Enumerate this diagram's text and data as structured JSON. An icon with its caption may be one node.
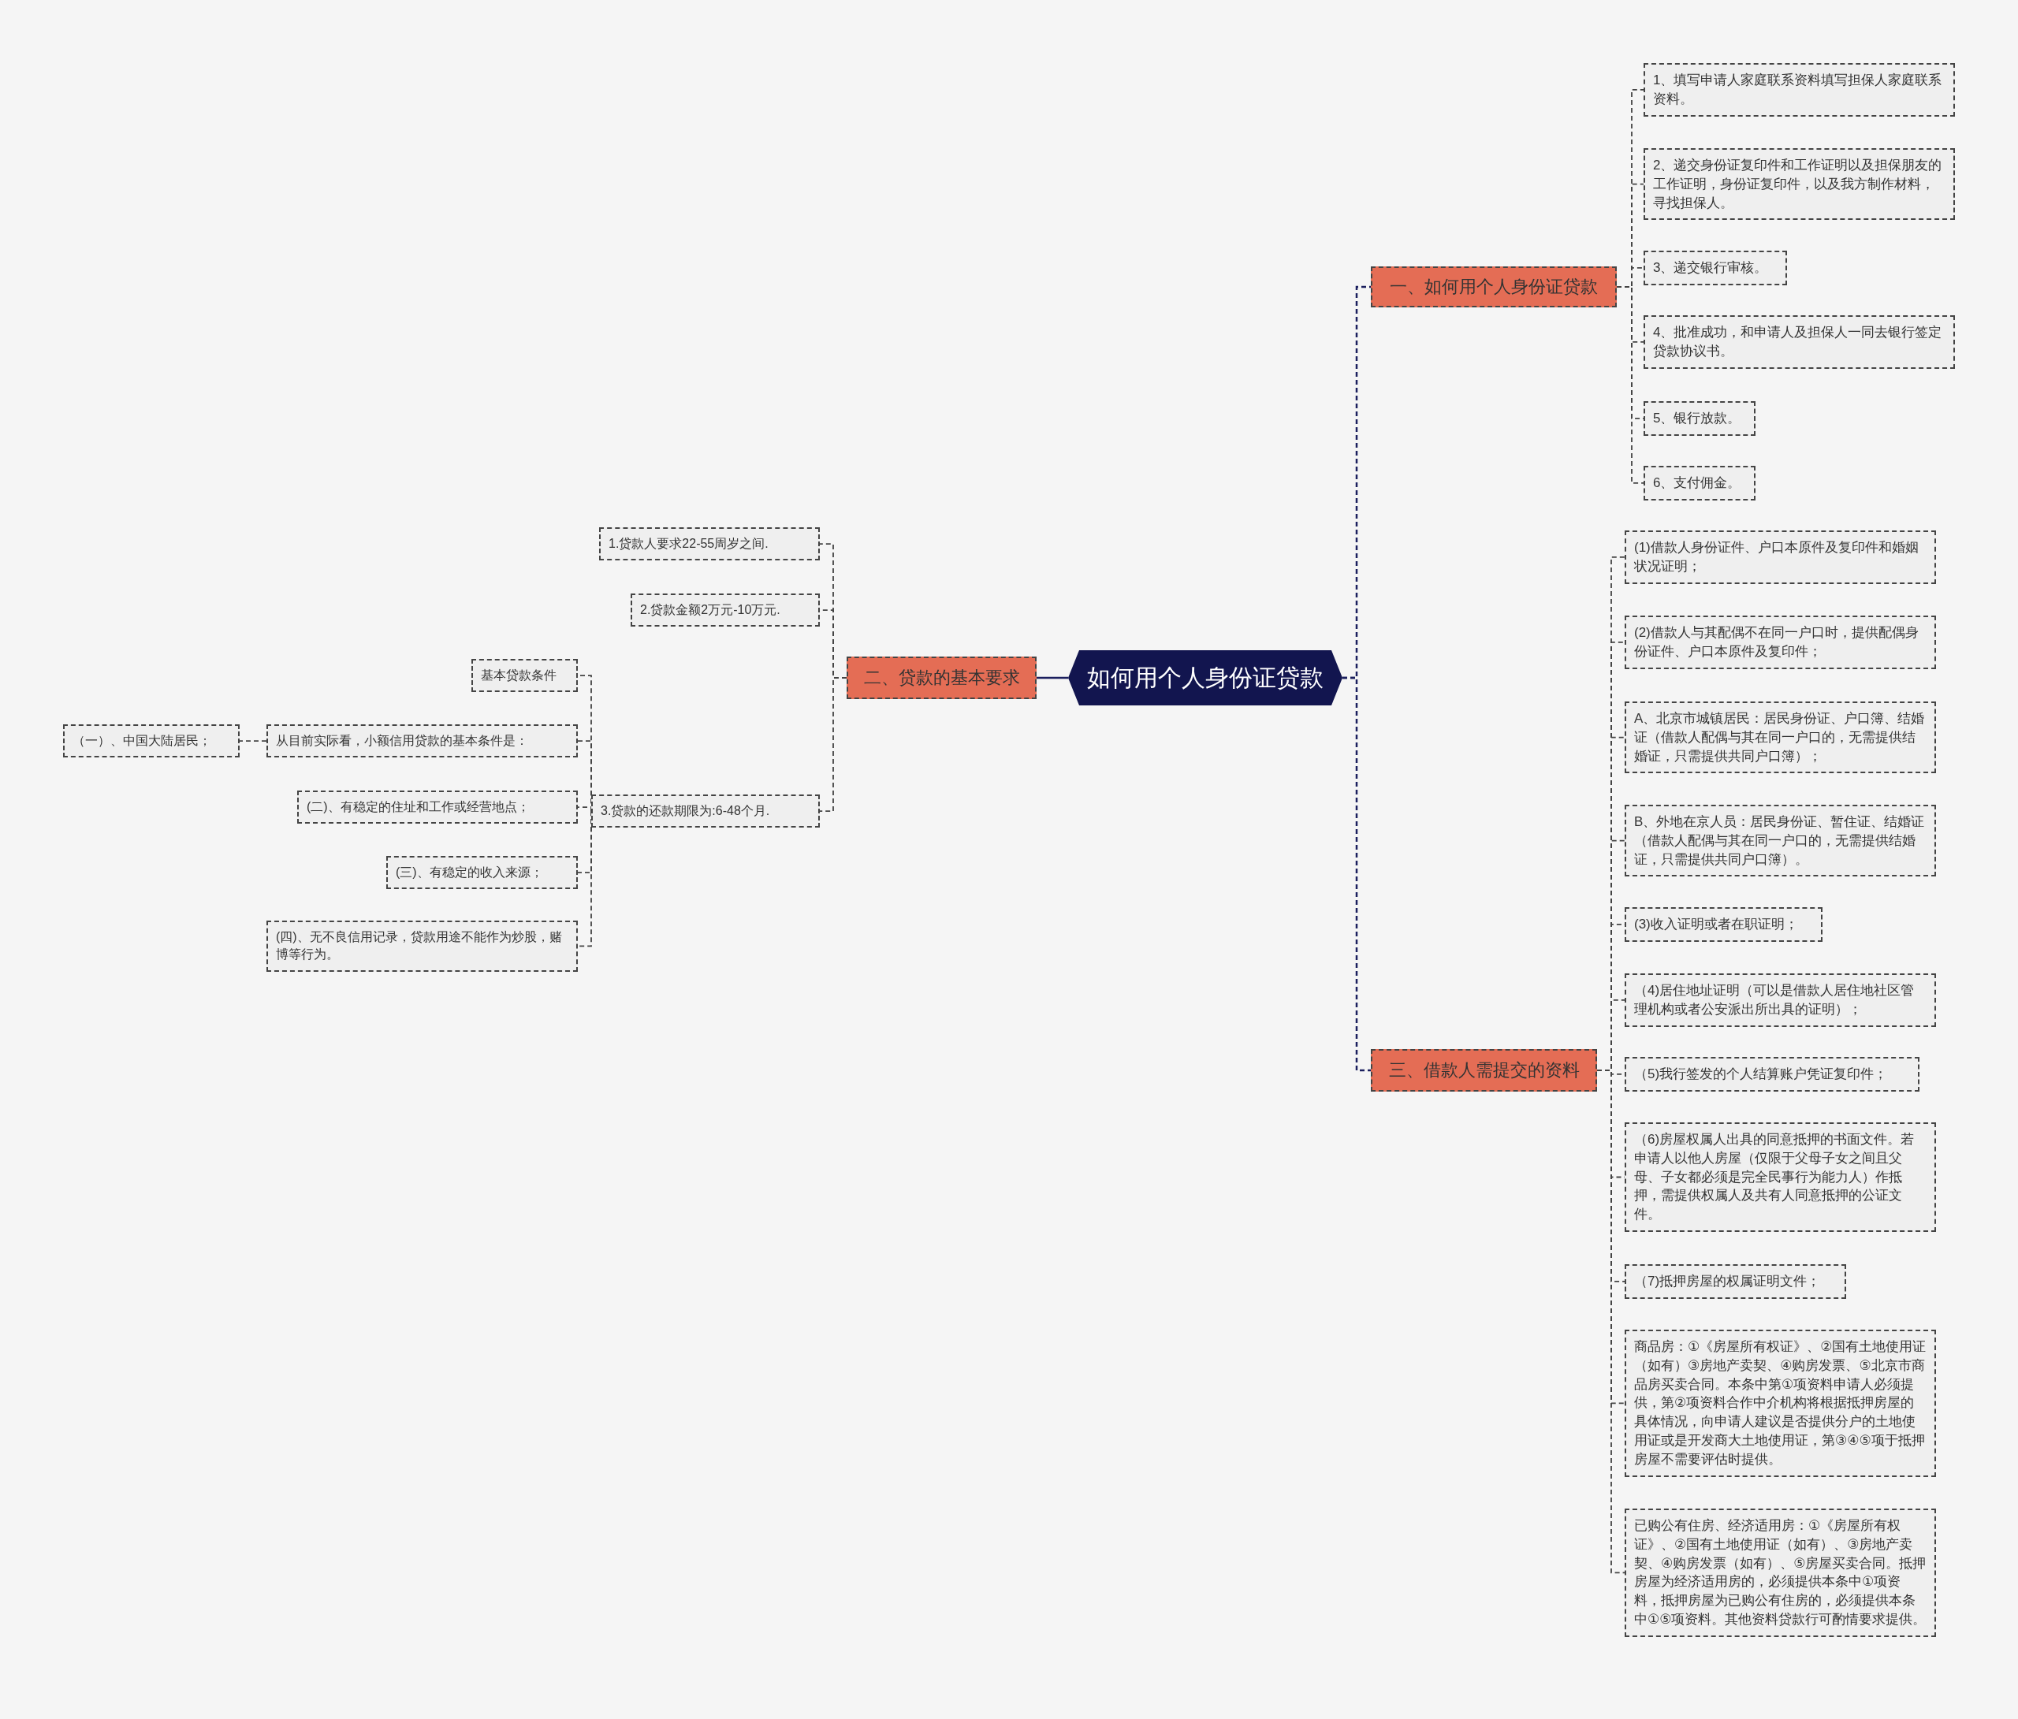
{
  "diagram": {
    "nodes": [
      {
        "text": [
          "如何用个人身份证贷款"
        ]
      },
      {
        "text": [
          "一、如何用个人身份证贷款"
        ]
      },
      {
        "text": [
          "1、填写申请人家庭联系资料填写担保人家庭联系资料。"
        ]
      },
      {
        "text": [
          "2、递交身份证复印件和工作证明以及担保朋友的工作证明，身份证复印件，以及我方制作材料，寻找担保人。"
        ]
      },
      {
        "text": [
          "3、递交银行审核。"
        ]
      },
      {
        "text": [
          "4、批准成功，和申请人及担保人一同去银行签定贷款协议书。"
        ]
      },
      {
        "text": [
          "5、银行放款。"
        ]
      },
      {
        "text": [
          "6、支付佣金。"
        ]
      },
      {
        "text": [
          "二、贷款的基本要求"
        ]
      },
      {
        "text": [
          "1.贷款人要求22-55周岁之间."
        ]
      },
      {
        "text": [
          "2.贷款金额2万元-10万元."
        ]
      },
      {
        "text": [
          "3.贷款的还款期限为:6-48个月."
        ]
      },
      {
        "text": [
          "基本贷款条件"
        ]
      },
      {
        "text": [
          "从目前实际看，小额信用贷款的基本条件是："
        ]
      },
      {
        "text": [
          "（一）、中国大陆居民；"
        ]
      },
      {
        "text": [
          "(二)、有稳定的住址和工作或经营地点；"
        ]
      },
      {
        "text": [
          "(三)、有稳定的收入来源；"
        ]
      },
      {
        "text": [
          "(四)、无不良信用记录，贷款用途不能作为炒股，赌博等行为。"
        ]
      },
      {
        "text": [
          "三、借款人需提交的资料"
        ]
      },
      {
        "text": [
          "(1)借款人身份证件、户口本原件及复印件和婚姻状况证明；"
        ]
      },
      {
        "text": [
          "(2)借款人与其配偶不在同一户口时，提供配偶身份证件、户口本原件及复印件；"
        ]
      },
      {
        "text": [
          "A、北京市城镇居民：居民身份证、户口簿、结婚证（借款人配偶与其在同一户口的，无需提供结婚证，只需提供共同户口簿）；"
        ]
      },
      {
        "text": [
          "B、外地在京人员：居民身份证、暂住证、结婚证（借款人配偶与其在同一户口的，无需提供结婚证，只需提供共同户口簿）。"
        ]
      },
      {
        "text": [
          "(3)收入证明或者在职证明；"
        ]
      },
      {
        "text": [
          "（4)居住地址证明（可以是借款人居住地社区管理机构或者公安派出所出具的证明）；"
        ]
      },
      {
        "text": [
          "（5)我行签发的个人结算账户凭证复印件；"
        ]
      },
      {
        "text": [
          "（6)房屋权属人出具的同意抵押的书面文件。若申请人以他人房屋（仅限于父母子女之间且父母、子女都必须是完全民事行为能力人）作抵押，需提供权属人及共有人同意抵押的公证文件。"
        ]
      },
      {
        "text": [
          "（7)抵押房屋的权属证明文件；"
        ]
      },
      {
        "text": [
          "商品房：①《房屋所有权证》、②国有土地使用证（如有）③房地产卖契、④购房发票、⑤北京市商品房买卖合同。本条中第①项资料申请人必须提供，第②项资料合作中介机构将根据抵押房屋的具体情况，向申请人建议是否提供分户的土地使用证或是开发商大土地使用证，第③④⑤项于抵押房屋不需要评估时提供。"
        ]
      },
      {
        "text": [
          "已购公有住房、经济适用房：①《房屋所有权证》、②国有土地使用证（如有）、③房地产卖契、④购房发票（如有）、⑤房屋买卖合同。抵押房屋为经济适用房的，必须提供本条中①项资料，抵押房屋为已购公有住房的，必须提供本条中①⑤项资料。其他资料贷款行可酌情要求提供。"
        ]
      }
    ],
    "edges": [
      {
        "from": 0,
        "to": 1,
        "arrow": "none",
        "style": "dashed",
        "color": "#1b1f5e"
      },
      {
        "from": 0,
        "to": 8,
        "arrow": "none",
        "color": "#1b1f5e"
      },
      {
        "from": 0,
        "to": 18,
        "arrow": "none",
        "style": "dashed",
        "color": "#1b1f5e"
      },
      {
        "from": 1,
        "to": 2,
        "arrow": "none",
        "style": "dashed"
      },
      {
        "from": 1,
        "to": 3,
        "arrow": "none",
        "style": "dashed"
      },
      {
        "from": 1,
        "to": 4,
        "arrow": "none",
        "style": "dashed"
      },
      {
        "from": 1,
        "to": 5,
        "arrow": "none",
        "style": "dashed"
      },
      {
        "from": 1,
        "to": 6,
        "arrow": "none",
        "style": "dashed"
      },
      {
        "from": 1,
        "to": 7,
        "arrow": "none",
        "style": "dashed"
      },
      {
        "from": 8,
        "to": 9,
        "arrow": "none",
        "style": "dashed"
      },
      {
        "from": 8,
        "to": 10,
        "arrow": "none",
        "style": "dashed"
      },
      {
        "from": 8,
        "to": 11,
        "arrow": "none",
        "style": "dashed"
      },
      {
        "from": 11,
        "to": 12,
        "arrow": "none",
        "style": "dashed"
      },
      {
        "from": 11,
        "to": 13,
        "arrow": "none",
        "style": "dashed"
      },
      {
        "from": 11,
        "to": 15,
        "arrow": "none",
        "style": "dashed"
      },
      {
        "from": 11,
        "to": 16,
        "arrow": "none",
        "style": "dashed"
      },
      {
        "from": 11,
        "to": 17,
        "arrow": "none",
        "style": "dashed"
      },
      {
        "from": 13,
        "to": 14,
        "arrow": "none",
        "style": "dashed"
      },
      {
        "from": 18,
        "to": 19,
        "arrow": "none",
        "style": "dashed"
      },
      {
        "from": 18,
        "to": 20,
        "arrow": "none",
        "style": "dashed"
      },
      {
        "from": 18,
        "to": 21,
        "arrow": "none",
        "style": "dashed"
      },
      {
        "from": 18,
        "to": 22,
        "arrow": "none",
        "style": "dashed"
      },
      {
        "from": 18,
        "to": 23,
        "arrow": "none",
        "style": "dashed"
      },
      {
        "from": 18,
        "to": 24,
        "arrow": "none",
        "style": "dashed"
      },
      {
        "from": 18,
        "to": 25,
        "arrow": "none",
        "style": "dashed"
      },
      {
        "from": 18,
        "to": 26,
        "arrow": "none",
        "style": "dashed"
      },
      {
        "from": 18,
        "to": 27,
        "arrow": "none",
        "style": "dashed"
      },
      {
        "from": 18,
        "to": 28,
        "arrow": "none",
        "style": "dashed"
      },
      {
        "from": 18,
        "to": 29,
        "arrow": "none",
        "style": "dashed"
      }
    ]
  }
}
